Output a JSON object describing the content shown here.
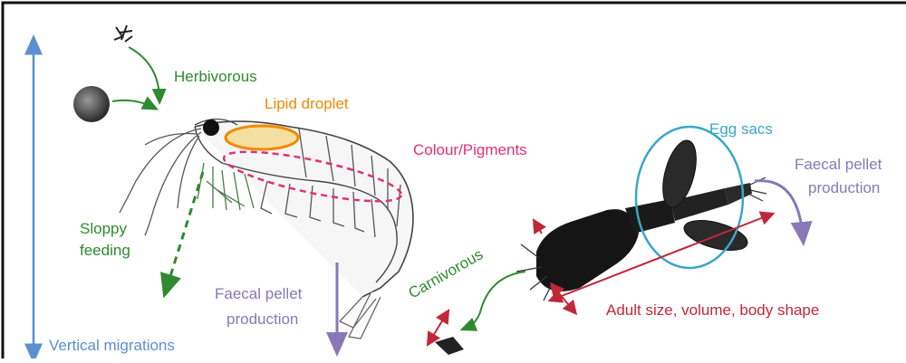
{
  "labels": {
    "herbivorous": "Herbivorous",
    "lipid_droplet": "Lipid droplet",
    "colour_pigments": "Colour/Pigments",
    "sloppy_feeding_1": "Sloppy",
    "sloppy_feeding_2": "feeding",
    "faecal_pellet_left_1": "Faecal pellet",
    "faecal_pellet_left_2": "production",
    "vertical_migrations": "Vertical migrations",
    "egg_sacs": "Egg sacs",
    "faecal_pellet_right_1": "Faecal pellet",
    "faecal_pellet_right_2": "production",
    "carnivorous": "Carnivorous",
    "adult_size": "Adult size, volume, body shape"
  },
  "colors": {
    "herbivorous": "#2f8a2f",
    "lipid": "#f08a00",
    "pigment": "#e0307a",
    "faecal": "#8878b8",
    "vertical": "#5b8fd0",
    "egg_sacs": "#3aa6c8",
    "carnivorous": "#2f8a2f",
    "adult_size": "#c0283a"
  }
}
